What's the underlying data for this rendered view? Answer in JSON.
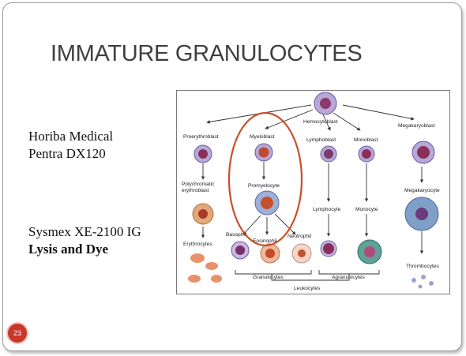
{
  "slide": {
    "title": "IMMATURE GRANULOCYTES",
    "analyzer1_line1": "Horiba Medical",
    "analyzer1_line2": "Pentra DX120",
    "analyzer2_line1": "Sysmex XE-2100 IG",
    "analyzer2_line2": "Lysis and Dye",
    "page_number": "23"
  },
  "figure": {
    "labels": {
      "hemocytoblast": "Hemocytoblast",
      "proerythroblast": "Proerythroblast",
      "myeloblast": "Myeloblast",
      "lymphoblast": "Lymphoblast",
      "monoblast": "Monoblast",
      "megakaryoblast": "Megakaryoblast",
      "polychromatic_line1": "Polychromatic",
      "polychromatic_line2": "erythroblast",
      "promyelocyte": "Promyelocyte",
      "megakaryocyte": "Megakaryocyte",
      "lymphocyte": "Lymphocyte",
      "monocyte": "Monocyte",
      "basophil": "Basophil",
      "eosinophil": "Eosinophil",
      "neutrophil": "Neutrophil",
      "erythrocytes": "Erythrocytes",
      "granulocytes": "Granulocytes",
      "agranulocytes": "Agranulocytes",
      "leukocytes": "Leukocytes",
      "thrombocytes": "Thrombocytes"
    },
    "colors": {
      "highlight_oval": "#c8502a",
      "page_badge": "#c8372a"
    }
  }
}
